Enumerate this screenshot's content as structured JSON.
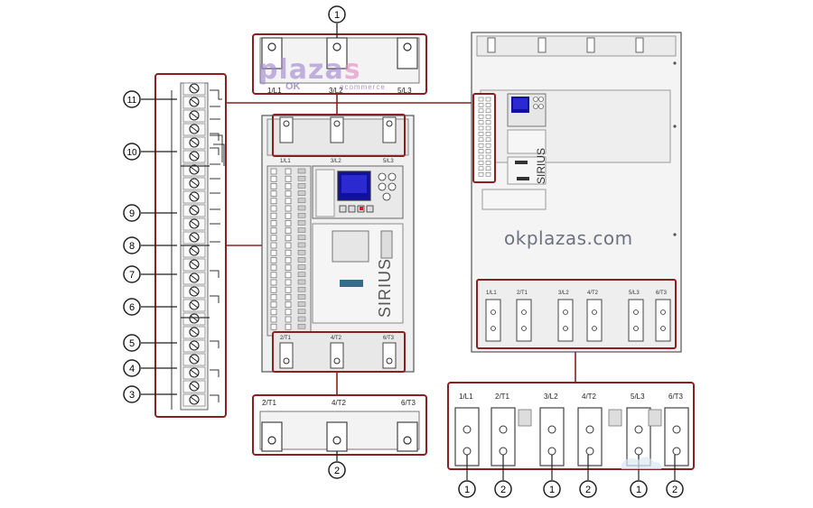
{
  "callouts": {
    "c1": "1",
    "c2": "2",
    "c3": "3",
    "c4": "4",
    "c5": "5",
    "c6": "6",
    "c7": "7",
    "c8": "8",
    "c9": "9",
    "c10": "10",
    "c11": "11"
  },
  "terminals": {
    "supply": [
      "1/L1",
      "3/L2",
      "5/L3"
    ],
    "output": [
      "2/T1",
      "4/T2",
      "6/T3"
    ],
    "large_row": [
      "1/L1",
      "2/T1",
      "3/L2",
      "4/T2",
      "5/L3",
      "6/T3"
    ]
  },
  "device": {
    "brand": "SIRIUS"
  },
  "watermark": {
    "text": "okplazas.com"
  },
  "logo": {
    "main": "plazas",
    "ok": "OK",
    "sub": "ecommerce"
  },
  "colors": {
    "callout_line": "#8b2020",
    "outline": "#555555",
    "panel": "#eeeeee",
    "display": "#1010a0"
  }
}
